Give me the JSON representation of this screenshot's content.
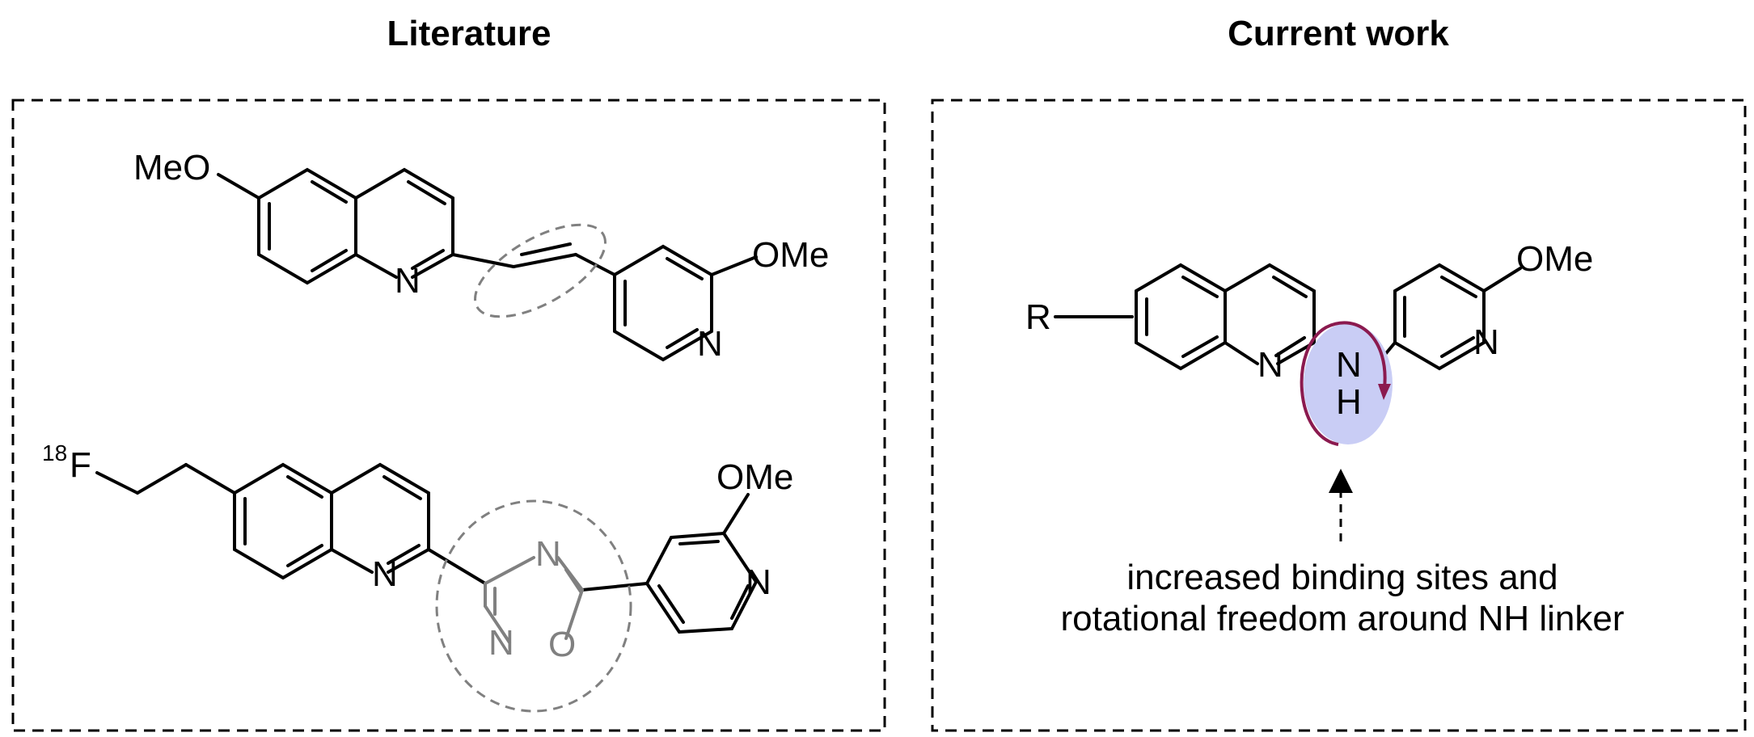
{
  "left_panel": {
    "title": "Literature",
    "compound1": {
      "substituent_left": "MeO",
      "ring_n": "N",
      "pyridine_n": "N",
      "substituent_right": "OMe"
    },
    "compound2": {
      "isotope": "18",
      "atom": "F",
      "ring_n": "N",
      "oxadiazole_n_top": "N",
      "oxadiazole_n_bottom": "N",
      "oxadiazole_o": "O",
      "pyridine_n": "N",
      "substituent_right": "OMe"
    }
  },
  "right_panel": {
    "title": "Current work",
    "compound": {
      "substituent_left": "R",
      "ring_n": "N",
      "linker_n": "N",
      "linker_h": "H",
      "pyridine_n": "N",
      "substituent_right": "OMe"
    },
    "annotation_line1": "increased binding sites and",
    "annotation_line2": "rotational freedom around NH linker"
  },
  "colors": {
    "highlight_fill": "#c9cdf5",
    "rotation_arrow": "#8b1a4f",
    "highlight_outline": "#808080",
    "bond": "#000000"
  }
}
